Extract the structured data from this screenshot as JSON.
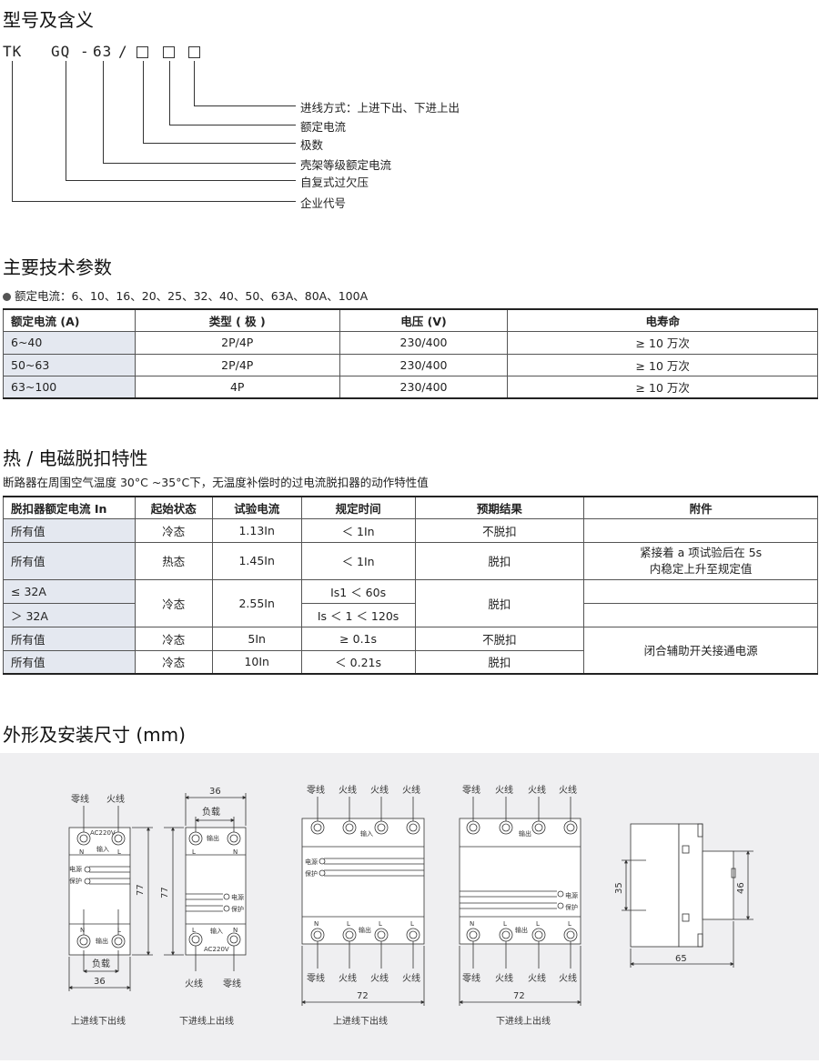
{
  "model": {
    "title": "型号及含义",
    "code": {
      "tk": "TK",
      "gq": "GQ",
      "dash1": "-",
      "num": "63",
      "dash2": "-",
      "slash": "/"
    },
    "labels": [
      "进线方式：上进下出、下进上出",
      "额定电流",
      "极数",
      "壳架等级额定电流",
      "自复式过欠压",
      "企业代号"
    ]
  },
  "params": {
    "title": "主要技术参数",
    "rated_current_note": "额定电流：6、10、16、20、25、32、40、50、63A、80A、100A",
    "headers": [
      "额定电流 (A)",
      "类型 ( 极 )",
      "电压 (V)",
      "电寿命"
    ],
    "rows": [
      [
        "6~40",
        "2P/4P",
        "230/400",
        "≥ 10 万次"
      ],
      [
        "50~63",
        "2P/4P",
        "230/400",
        "≥ 10 万次"
      ],
      [
        "63~100",
        "4P",
        "230/400",
        "≥ 10 万次"
      ]
    ]
  },
  "trip": {
    "title": "热 / 电磁脱扣特性",
    "subtitle": "断路器在周围空气温度 30°C ~35°C下，无温度补偿时的过电流脱扣器的动作特性值",
    "headers": [
      "脱扣器额定电流 In",
      "起始状态",
      "试验电流",
      "规定时间",
      "预期结果",
      "附件"
    ],
    "rows": {
      "r1": [
        "所有值",
        "冷态",
        "1.13In",
        "＜ 1In",
        "不脱扣",
        ""
      ],
      "r2": [
        "所有值",
        "热态",
        "1.45In",
        "＜ 1In",
        "脱扣",
        "紧接着 a 项试验后在 5s",
        "内稳定上升至规定值"
      ],
      "r3a": [
        "≤ 32A",
        "冷态",
        "2.55In",
        "Is1 ＜ 60s",
        "脱扣"
      ],
      "r3b": [
        "＞ 32A",
        "Is ＜ 1 ＜ 120s"
      ],
      "r4": [
        "所有值",
        "冷态",
        "5In",
        "≥ 0.1s",
        "不脱扣",
        "闭合辅助开关接通电源"
      ],
      "r5": [
        "所有值",
        "冷态",
        "10In",
        "＜ 0.21s",
        "脱扣"
      ]
    }
  },
  "dims": {
    "title": "外形及安装尺寸 (mm)",
    "d1": {
      "zero": "零线",
      "fire": "火线",
      "ac": "AC220V",
      "in": "输入",
      "n": "N",
      "l": "L",
      "power": "电源",
      "protect": "保护",
      "out": "输出",
      "load": "负载",
      "w": "36",
      "h": "77",
      "caption": "上进线下出线"
    },
    "d2": {
      "w": "36",
      "load": "负载",
      "out": "输出",
      "l": "L",
      "n": "N",
      "h": "77",
      "power": "电源",
      "protect": "保护",
      "in": "输入",
      "ac": "AC220V",
      "fire": "火线",
      "zero": "零线",
      "caption": "下进线上出线"
    },
    "d3": {
      "zero": "零线",
      "fire": "火线",
      "in": "输入",
      "power": "电源",
      "protect": "保护",
      "out": "输出",
      "n": "N",
      "l": "L",
      "w": "72",
      "caption": "上进线下出线"
    },
    "d4": {
      "zero": "零线",
      "fire": "火线",
      "out": "输出",
      "power": "电源",
      "protect": "保护",
      "n": "N",
      "l": "L",
      "w": "72",
      "caption": "下进线上出线"
    },
    "d5": {
      "h1": "35",
      "h2": "46",
      "w": "65"
    }
  }
}
